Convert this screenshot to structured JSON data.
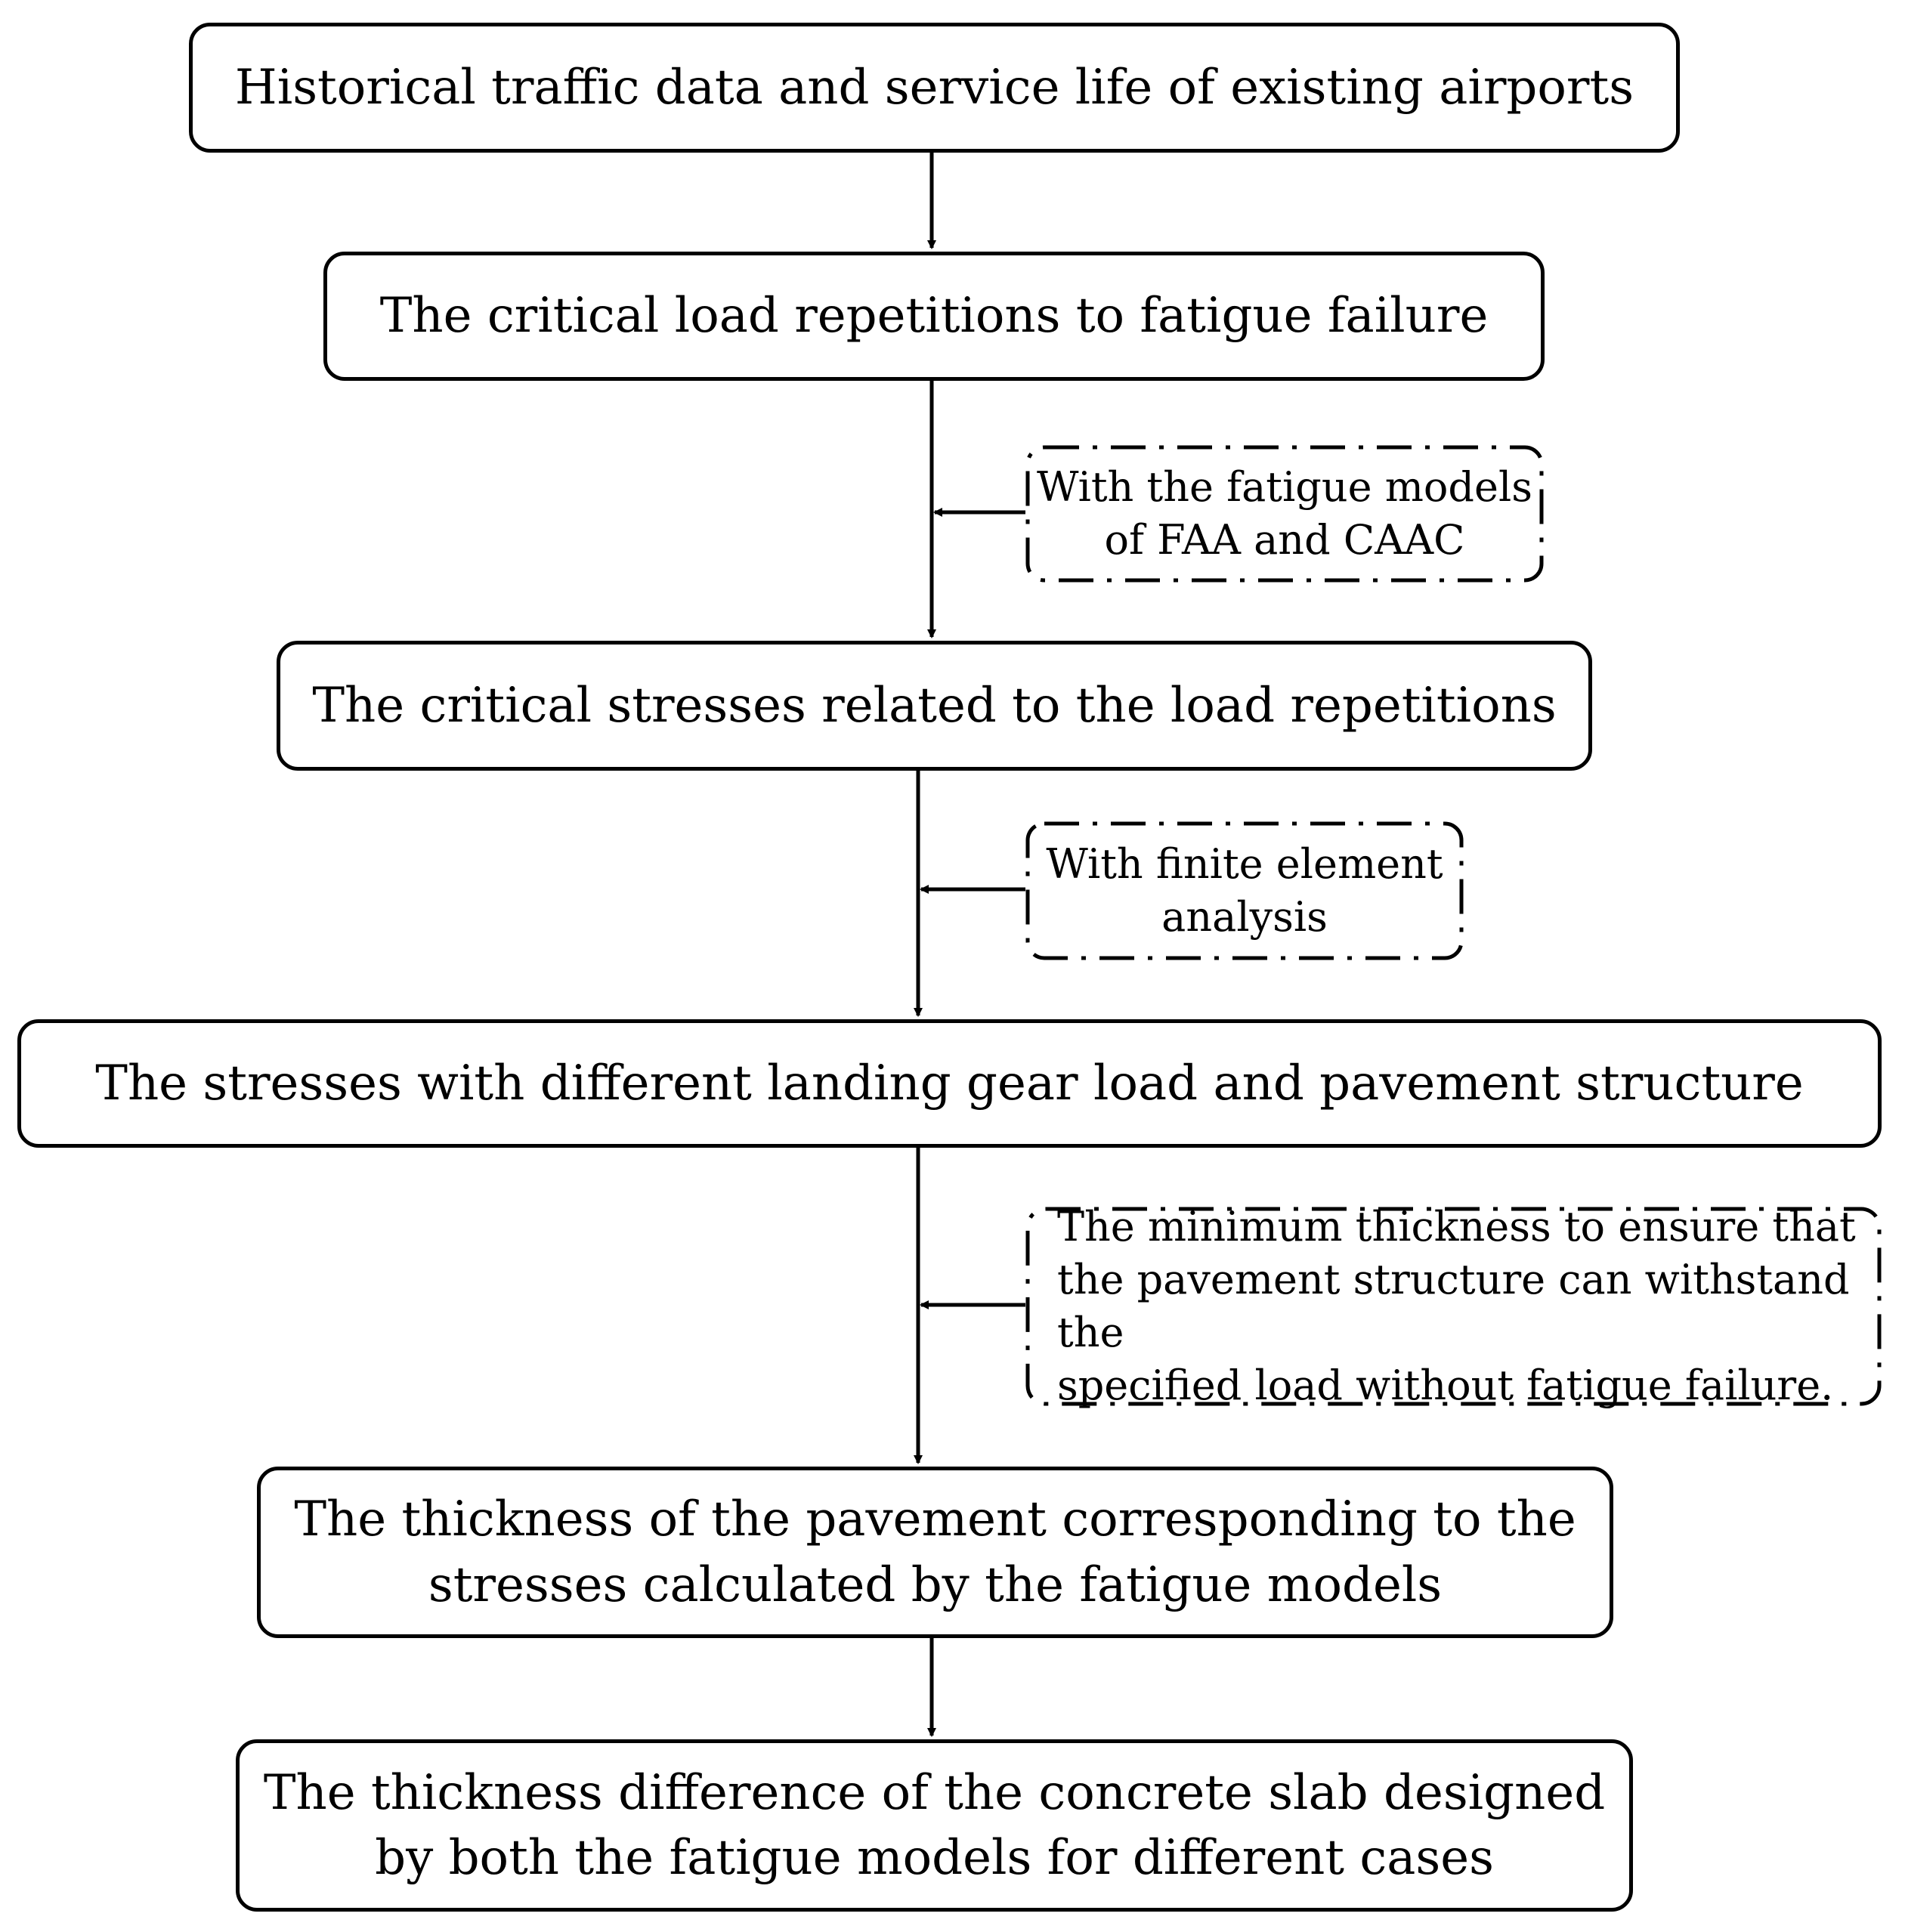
{
  "steps": [
    {
      "text": "Historical traffic data and service life of existing airports"
    },
    {
      "text": "The critical load repetitions to fatigue failure"
    },
    {
      "text": "The critical stresses related to the load repetitions"
    },
    {
      "text": "The stresses with different landing gear load and pavement structure"
    },
    {
      "line1": "The thickness of the pavement corresponding to the",
      "line2": "stresses calculated by the fatigue models"
    },
    {
      "line1": "The thickness difference of the concrete slab designed",
      "line2": "by both the fatigue models for different cases"
    }
  ],
  "notes": [
    {
      "line1": "With the fatigue models",
      "line2": "of FAA and CAAC"
    },
    {
      "line1": "With finite element",
      "line2": "analysis"
    },
    {
      "line1": "The minimum thickness to ensure that",
      "line2": "the pavement structure can withstand the",
      "line3": "specified load without fatigue failure."
    }
  ]
}
